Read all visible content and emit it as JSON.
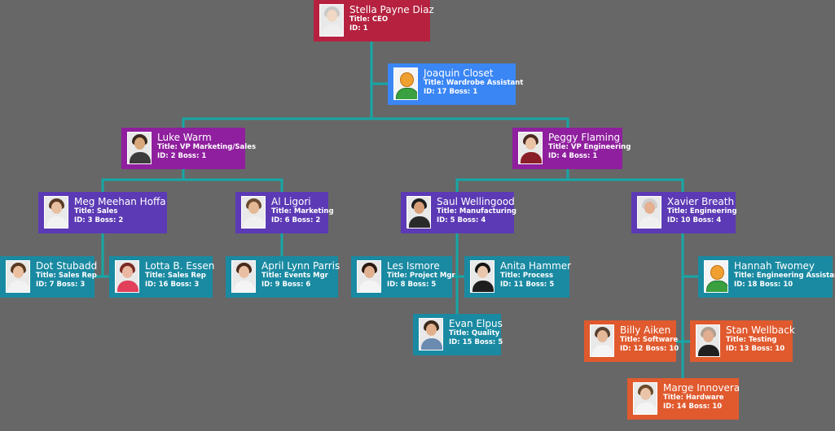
{
  "palette": {
    "background": "#676767",
    "connector": "#16a7a7",
    "ceo": "#b5213f",
    "assistant": "#3b86f5",
    "vp": "#8f1f9e",
    "manager": "#5c3ab5",
    "staff": "#1a8aa2",
    "engineer": "#e05a2e"
  },
  "labels": {
    "title_prefix": "Title:",
    "id_prefix": "ID:",
    "boss_prefix": "Boss:"
  },
  "employees": [
    {
      "id": "1",
      "boss": "",
      "name": "Stella Payne Diaz",
      "title": "CEO",
      "color": "ceo",
      "icon": "photo-gray-hair",
      "photo": [
        "#f0d8c4",
        "#c8c8c8",
        "#eeeeee"
      ]
    },
    {
      "id": "17",
      "boss": "1",
      "name": "Joaquin Closet",
      "title": "Wardrobe Assistant",
      "color": "assistant",
      "icon": "generic-user-icon",
      "photo": []
    },
    {
      "id": "2",
      "boss": "1",
      "name": "Luke Warm",
      "title": "VP Marketing/Sales",
      "color": "vp",
      "icon": "photo",
      "photo": [
        "#d9a87c",
        "#3a2a1e",
        "#3c3c3c"
      ]
    },
    {
      "id": "4",
      "boss": "1",
      "name": "Peggy Flaming",
      "title": "VP Engineering",
      "color": "vp",
      "icon": "photo",
      "photo": [
        "#eac2a4",
        "#4a2a20",
        "#8a1e28"
      ]
    },
    {
      "id": "3",
      "boss": "2",
      "name": "Meg Meehan Hoffa",
      "title": "Sales",
      "color": "manager",
      "icon": "photo",
      "photo": [
        "#e8bea0",
        "#5a3a26",
        "#f2f2f2"
      ]
    },
    {
      "id": "6",
      "boss": "2",
      "name": "Al Ligori",
      "title": "Marketing",
      "color": "manager",
      "icon": "photo",
      "photo": [
        "#e4b894",
        "#6a4a30",
        "#f0f0f0"
      ]
    },
    {
      "id": "5",
      "boss": "4",
      "name": "Saul Wellingood",
      "title": "Manufacturing",
      "color": "manager",
      "icon": "photo",
      "photo": [
        "#d8a07a",
        "#1e1e1e",
        "#2a2a2a"
      ]
    },
    {
      "id": "10",
      "boss": "4",
      "name": "Xavier Breath",
      "title": "Engineering",
      "color": "manager",
      "icon": "photo",
      "photo": [
        "#e4b090",
        "#cfcfcf",
        "#f0f0f0"
      ]
    },
    {
      "id": "7",
      "boss": "3",
      "name": "Dot Stubadd",
      "title": "Sales Rep",
      "color": "staff",
      "icon": "photo",
      "photo": [
        "#eac0a0",
        "#5a3a22",
        "#f2f2f2"
      ]
    },
    {
      "id": "16",
      "boss": "3",
      "name": "Lotta B. Essen",
      "title": "Sales Rep",
      "color": "staff",
      "icon": "photo",
      "photo": [
        "#eab8a0",
        "#7a2a24",
        "#e0405a"
      ]
    },
    {
      "id": "9",
      "boss": "6",
      "name": "April Lynn Parris",
      "title": "Events Mgr",
      "color": "staff",
      "icon": "photo",
      "photo": [
        "#eac0a4",
        "#4a2a1a",
        "#f4f4f4"
      ]
    },
    {
      "id": "8",
      "boss": "5",
      "name": "Les Ismore",
      "title": "Project Mgr",
      "color": "staff",
      "icon": "photo",
      "photo": [
        "#e0b090",
        "#2a1a10",
        "#f4f4f4"
      ]
    },
    {
      "id": "11",
      "boss": "5",
      "name": "Anita Hammer",
      "title": "Process",
      "color": "staff",
      "icon": "photo",
      "photo": [
        "#eac6ac",
        "#141414",
        "#1e1e1e"
      ]
    },
    {
      "id": "15",
      "boss": "5",
      "name": "Evan Elpus",
      "title": "Quality",
      "color": "staff",
      "icon": "photo",
      "photo": [
        "#e2b08c",
        "#3a2a1a",
        "#6a8ab0"
      ]
    },
    {
      "id": "18",
      "boss": "10",
      "name": "Hannah Twomey",
      "title": "Engineering Assistant",
      "color": "staff",
      "icon": "generic-user-icon",
      "photo": []
    },
    {
      "id": "12",
      "boss": "10",
      "name": "Billy Aiken",
      "title": "Software",
      "color": "engineer",
      "icon": "photo",
      "photo": [
        "#e4b898",
        "#5a4030",
        "#f4f4f4"
      ]
    },
    {
      "id": "13",
      "boss": "10",
      "name": "Stan Wellback",
      "title": "Testing",
      "color": "engineer",
      "icon": "photo",
      "photo": [
        "#e2ae90",
        "#b0a090",
        "#202020"
      ]
    },
    {
      "id": "14",
      "boss": "10",
      "name": "Marge Innovera",
      "title": "Hardware",
      "color": "engineer",
      "icon": "photo",
      "photo": [
        "#eac4a8",
        "#6a4a2a",
        "#f4f4f4"
      ]
    }
  ]
}
